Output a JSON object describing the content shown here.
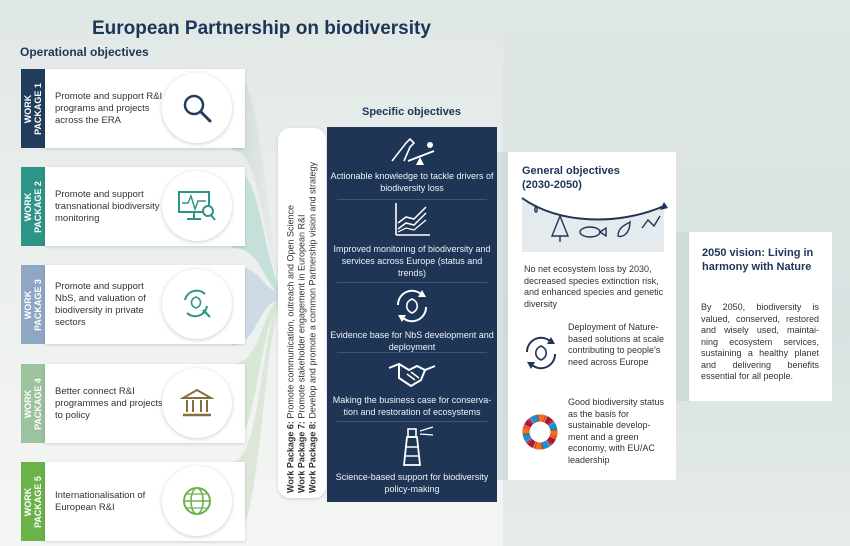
{
  "title": "European Partnership on biodiversity",
  "operational": {
    "heading": "Operational objectives",
    "packages": [
      {
        "label": "WORK\nPACKAGE 1",
        "text": "Promote and support R&I programs and projects across the ERA",
        "icon": "magnifier-icon",
        "color": "#213d5c"
      },
      {
        "label": "WORK\nPACKAGE 2",
        "text": "Promote and support transnational biodiversity monitoring",
        "icon": "monitor-chart-icon",
        "color": "#2e9488"
      },
      {
        "label": "WORK\nPACKAGE 3",
        "text": "Promote and support NbS, and valuation of biodiversity in private sectors",
        "icon": "leaf-magnifier-icon",
        "color": "#8fa7c4"
      },
      {
        "label": "WORK\nPACKAGE 4",
        "text": "Better connect R&I programmes and projects to policy",
        "icon": "institution-icon",
        "color": "#9cc29e"
      },
      {
        "label": "WORK\nPACKAGE 5",
        "text": "Internationalisation of European R&I",
        "icon": "globe-icon",
        "color": "#6cb24a"
      }
    ]
  },
  "cross_packages": [
    {
      "name": "Work Package 6:",
      "text": " Promote communication, outreach and Open Science"
    },
    {
      "name": "Work Package 7:",
      "text": " Promote stakeholder engagement in European R&I"
    },
    {
      "name": "Work Package 8:",
      "text": " Develop and promote a common Partnership vision and strategy"
    }
  ],
  "specific": {
    "heading": "Specific objectives",
    "items": [
      {
        "text": "Actionable knowledge to tackle drivers of biodiversity loss",
        "icon": "horse-seesaw-icon"
      },
      {
        "text": "Improved monitoring of biodiversity and services across Europe (status and trends)",
        "icon": "line-chart-icon"
      },
      {
        "text": "Evidence base for NbS development and deployment",
        "icon": "leaf-cycle-icon"
      },
      {
        "text": "Making the business case for conserva-tion and restoration of ecosystems",
        "icon": "handshake-icon"
      },
      {
        "text": "Science-based support for biodiversity policy-making",
        "icon": "lighthouse-icon"
      }
    ]
  },
  "general": {
    "heading": "General objectives\n(2030-2050)",
    "item1": "No net ecosystem loss by 2030, decreased species extinction risk, and enhanced species and genetic diversity",
    "item2": "Deployment of Nature-based solutions at scale contributing to people's need across Europe",
    "item3": "Good biodiversity status as the basis for sustainable develop-ment and a green economy, with EU/AC leadership",
    "icons": [
      "biodiversity-curve-icon",
      "nbs-cycle-icon",
      "sdg-wheel-icon"
    ]
  },
  "vision": {
    "title": "2050 vision: Living in harmony with Nature",
    "text": "By 2050, biodiversity is valued, conserved, restored and wisely used, maintai-ning ecosystem services, sustaining a healthy planet and delivering benefits essential for all people."
  },
  "colors": {
    "navy": "#1f3556",
    "teal": "#2e9488",
    "light_teal": "#b5d6d3"
  }
}
